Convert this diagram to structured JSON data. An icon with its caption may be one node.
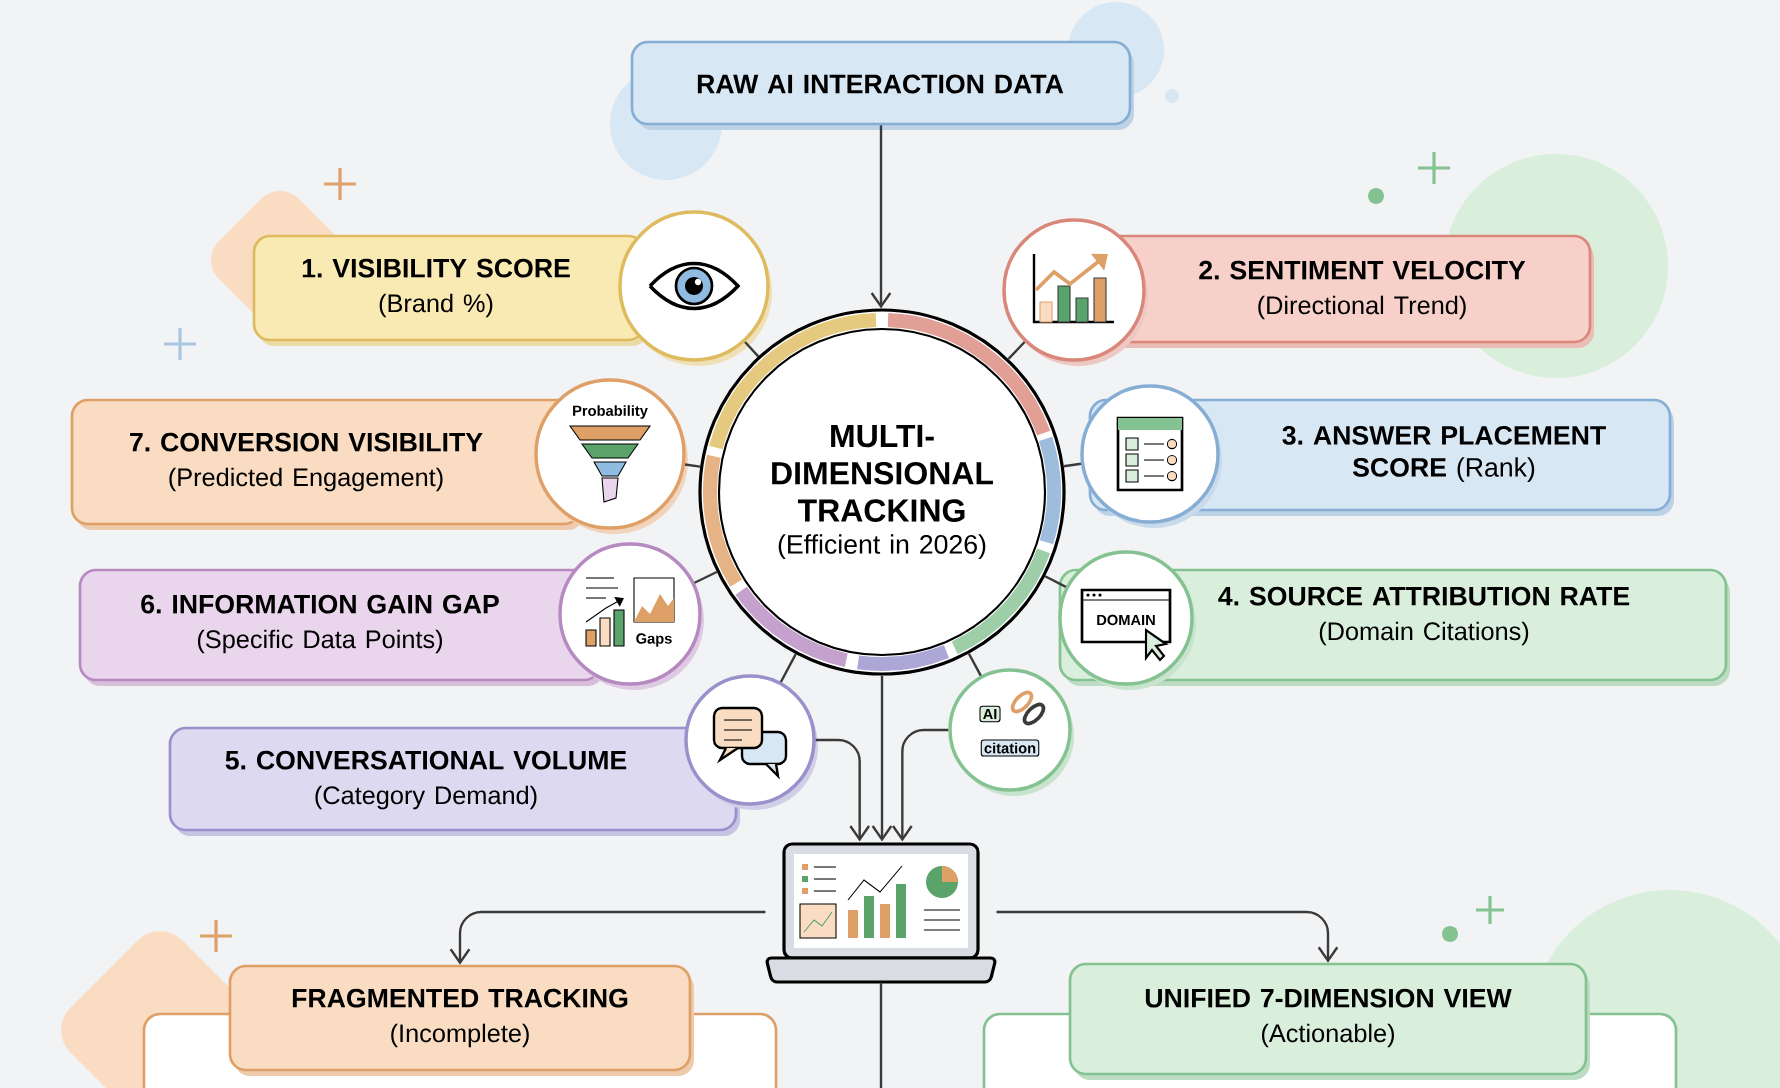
{
  "diagram": {
    "nodes": [
      {
        "text": [
          "RAW AI INTERACTION DATA"
        ]
      },
      {
        "text": [
          "MULTI-DIMENSIONAL TRACKING",
          "(Efficient in 2026)"
        ]
      },
      {
        "text": [
          "1. VISIBILITY SCORE",
          "(Brand %)"
        ]
      },
      {
        "text": [],
        "shape": "picture"
      },
      {
        "text": [
          "2. SENTIMENT VELOCITY",
          "(Directional Trend)"
        ]
      },
      {
        "text": [],
        "shape": "picture"
      },
      {
        "text": [
          "**3. ANSWER PLACEMENT SCORE** (Rank)"
        ]
      },
      {
        "text": [],
        "shape": "picture"
      },
      {
        "text": [
          "4. SOURCE ATTRIBUTION RATE",
          "(Domain Citations)"
        ]
      },
      {
        "text": [
          "DOMAIN"
        ]
      },
      {
        "text": [
          "AI",
          "citation"
        ]
      },
      {
        "text": [
          "5. CONVERSATIONAL VOLUME",
          "(Category Demand)"
        ]
      },
      {
        "text": [],
        "shape": "picture"
      },
      {
        "text": [
          "6. INFORMATION GAIN GAP",
          "(Specific Data Points)"
        ]
      },
      {
        "text": [
          "Gaps"
        ]
      },
      {
        "text": [
          "7. CONVERSION VISIBILITY",
          "(Predicted Engagement)"
        ]
      },
      {
        "text": [
          "Probability"
        ]
      },
      {
        "text": [],
        "shape": "picture"
      },
      {
        "text": [
          "FRAGMENTED TRACKING",
          "(Incomplete)"
        ]
      },
      {
        "text": [
          "UNIFIED 7-DIMENSION VIEW",
          "(Actionable)"
        ]
      }
    ],
    "edges": [
      {
        "from": 0,
        "to": 1,
        "arrow": "to"
      },
      {
        "from": 3,
        "to": 1,
        "arrow": "none"
      },
      {
        "from": 5,
        "to": 1,
        "arrow": "none"
      },
      {
        "from": 7,
        "to": 1,
        "arrow": "none"
      },
      {
        "from": 9,
        "to": 1,
        "arrow": "none"
      },
      {
        "from": 10,
        "to": 1,
        "arrow": "none"
      },
      {
        "from": 12,
        "to": 1,
        "arrow": "none"
      },
      {
        "from": 14,
        "to": 1,
        "arrow": "none"
      },
      {
        "from": 16,
        "to": 1,
        "arrow": "none"
      },
      {
        "from": 1,
        "to": 17,
        "arrow": "to"
      },
      {
        "from": 12,
        "to": 17,
        "arrow": "to"
      },
      {
        "from": 10,
        "to": 17,
        "arrow": "to"
      },
      {
        "from": 17,
        "to": 18,
        "arrow": "to"
      },
      {
        "from": 17,
        "to": 19,
        "arrow": "to"
      },
      {
        "from": 17,
        "to": null,
        "arrow": "none"
      }
    ]
  }
}
